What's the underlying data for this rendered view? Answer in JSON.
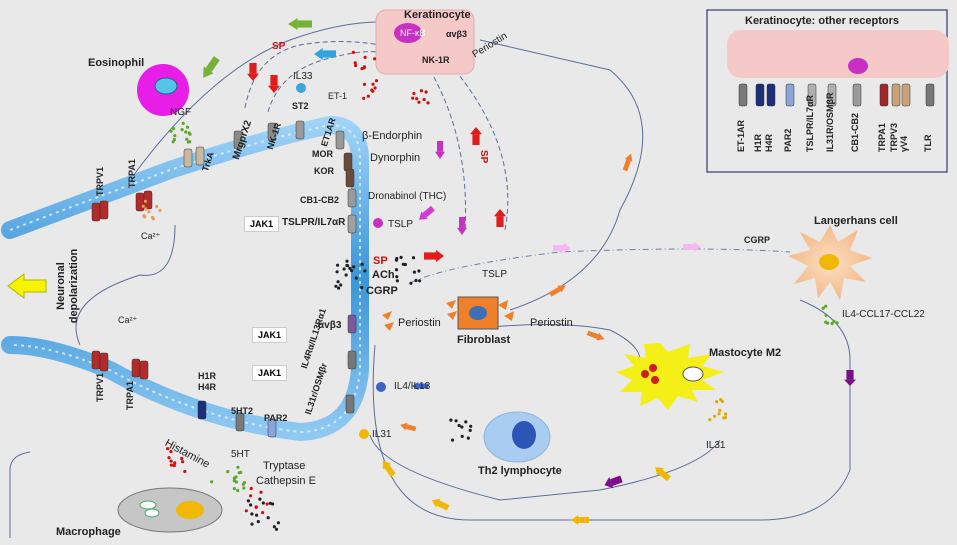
{
  "cells": {
    "keratinocyte": "Keratinocyte",
    "eosinophil": "Eosinophil",
    "langerhans": "Langerhans cell",
    "fibroblast": "Fibroblast",
    "mastocyte": "Mastocyte M2",
    "th2": "Th2 lymphocyte",
    "macrophage": "Macrophage"
  },
  "keratinocyte_labels": {
    "nfkb": "NF-κB",
    "avb3": "αvβ3",
    "nk1r": "NK-1R",
    "periostin": "Periostin"
  },
  "inset": {
    "title": "Keratinocyte: other receptors",
    "receptors": [
      "ET-1AR",
      "H1R",
      "H4R",
      "PAR2",
      "TSLPR/IL7αR",
      "IL31R/OSMβR",
      "CB1-CB2",
      "TRPA1",
      "TRPV3",
      "γV4",
      "TLR"
    ]
  },
  "neuron": {
    "depolarization": "Neuronal depolarization",
    "top_receptors": [
      "TRPV1",
      "TRPA1",
      "TrkA",
      "MrgprX2",
      "NK-1R",
      "ST2",
      "ET1AR",
      "MOR",
      "KOR",
      "CB1-CB2",
      "TSLPR/IL7αR",
      "αvβ3",
      "IL4Rα/IL13Rα1",
      "IL31r/OSMβr"
    ],
    "bottom_receptors": [
      "TRPV1",
      "TRPA1",
      "H1R",
      "H4R",
      "5HT2",
      "PAR2"
    ],
    "jak": "JAK1",
    "ca": "Ca²⁺"
  },
  "mediators": {
    "ngf": "NGF",
    "sp": "SP",
    "il33": "IL33",
    "et1": "ET-1",
    "endorphin": "β-Endorphin",
    "dynorphin": "Dynorphin",
    "dronabinol": "Dronabinol (THC)",
    "tslp": "TSLP",
    "ach": "ACh",
    "cgrp": "CGRP",
    "periostin": "Periostin",
    "il4il13": "IL4/IL13",
    "il31": "IL31",
    "histamine": "Histamine",
    "serotonin": "5HT",
    "tryptase": "Tryptase",
    "cathepsin": "Cathepsin E",
    "chemokines": "IL4-CCL17-CCL22"
  },
  "colors": {
    "background": "#e9e9ea",
    "nerve": "#4aa0dc",
    "keratinocyte_fill": "#f6c9c9",
    "eosinophil": "#e81ee8",
    "fibroblast": "#f07f2a",
    "mastocyte": "#f3ef17",
    "th2": "#a9cdf0",
    "langerhans": "#f7c9a0",
    "macrophage": "#c6c6c6"
  }
}
